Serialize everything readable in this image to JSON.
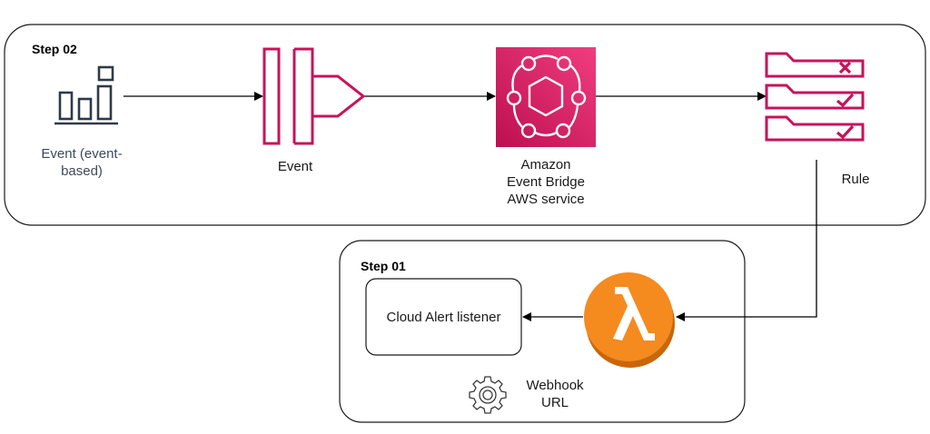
{
  "groups": {
    "step02": {
      "label": "Step 02"
    },
    "step01": {
      "label": "Step 01"
    }
  },
  "nodes": {
    "event_source": {
      "label_line1": "Event (event-",
      "label_line2": "based)",
      "icon": "bar-chart-icon"
    },
    "event": {
      "label": "Event",
      "icon": "event-icon"
    },
    "eventbridge": {
      "label_line1": "Amazon",
      "label_line2": "Event Bridge",
      "label_line3": "AWS service",
      "icon": "eventbridge-icon"
    },
    "rule": {
      "label": "Rule",
      "icon": "rules-icon"
    },
    "lambda": {
      "icon": "lambda-icon"
    },
    "listener": {
      "label": "Cloud Alert listener"
    },
    "webhook": {
      "label_line1": "Webhook",
      "label_line2": "URL",
      "icon": "gear-icon"
    }
  },
  "colors": {
    "aws_pink": "#c7135a",
    "lambda_orange": "#f58a1f",
    "lambda_dark": "#c8660a",
    "line": "#000000",
    "icon_slate": "#2e3a49"
  }
}
